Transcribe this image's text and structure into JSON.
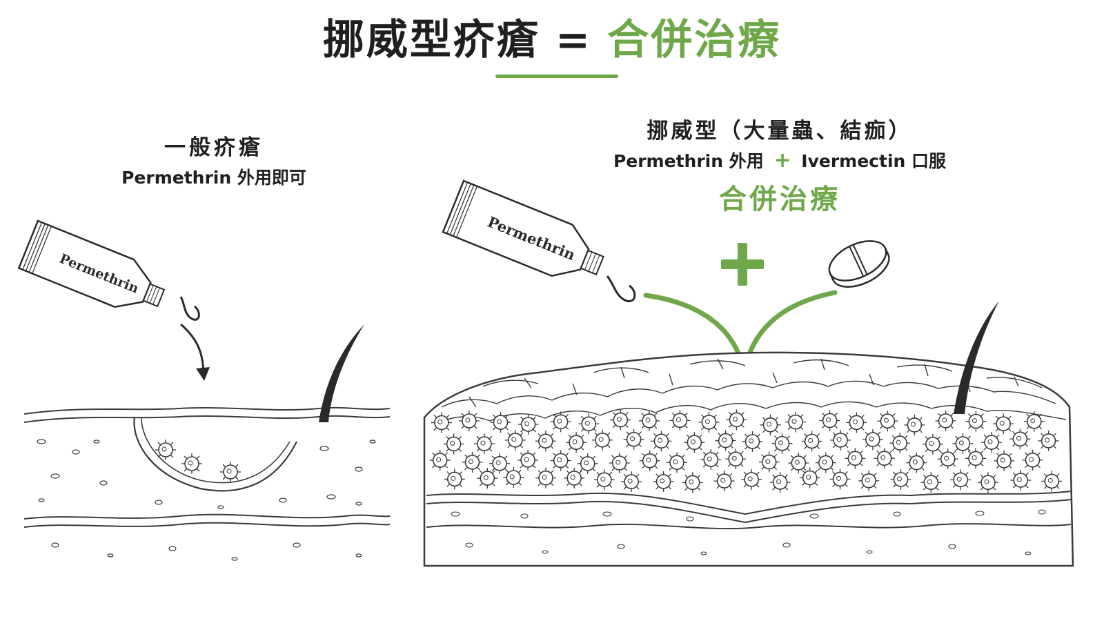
{
  "title": {
    "left": "挪威型疥瘡",
    "equals": "=",
    "right": "合併治療"
  },
  "left_panel": {
    "heading": "一般疥瘡",
    "subheading": "Permethrin 外用即可",
    "tube_label": "Permethrin"
  },
  "right_panel": {
    "heading": "挪威型（大量蟲、結痂）",
    "sub_part1": "Permethrin 外用",
    "sub_plus": "+",
    "sub_part2": "Ivermectin 口服",
    "result": "合併治療",
    "tube_label": "Permethrin"
  },
  "colors": {
    "accent_green": "#6fa84a",
    "ink": "#1f1f1f",
    "line": "#3a3a3a"
  },
  "icons": [
    "cream-tube-icon",
    "pill-tablet-icon",
    "plus-icon",
    "mite-icon",
    "hair-icon",
    "arrow-down-icon"
  ]
}
